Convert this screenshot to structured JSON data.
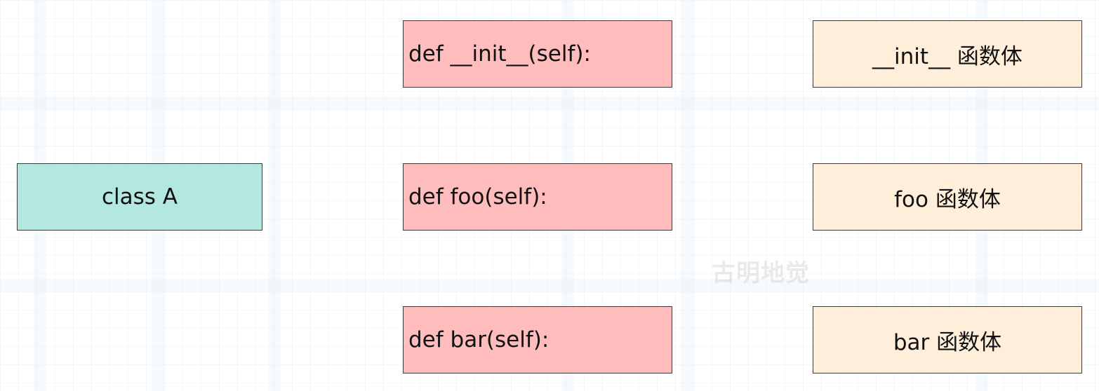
{
  "class_node": {
    "label": "class A"
  },
  "method_nodes": [
    {
      "label": "def __init__(self):"
    },
    {
      "label": "def foo(self):"
    },
    {
      "label": "def bar(self):"
    }
  ],
  "body_nodes": [
    {
      "label": "__init__ 函数体"
    },
    {
      "label": "foo 函数体"
    },
    {
      "label": "bar 函数体"
    }
  ],
  "watermark": "古明地觉",
  "colors": {
    "class_fill": "#b3e8e0",
    "method_fill": "#ffbcbc",
    "body_fill": "#ffeeda",
    "border": "#3a3a3a"
  }
}
